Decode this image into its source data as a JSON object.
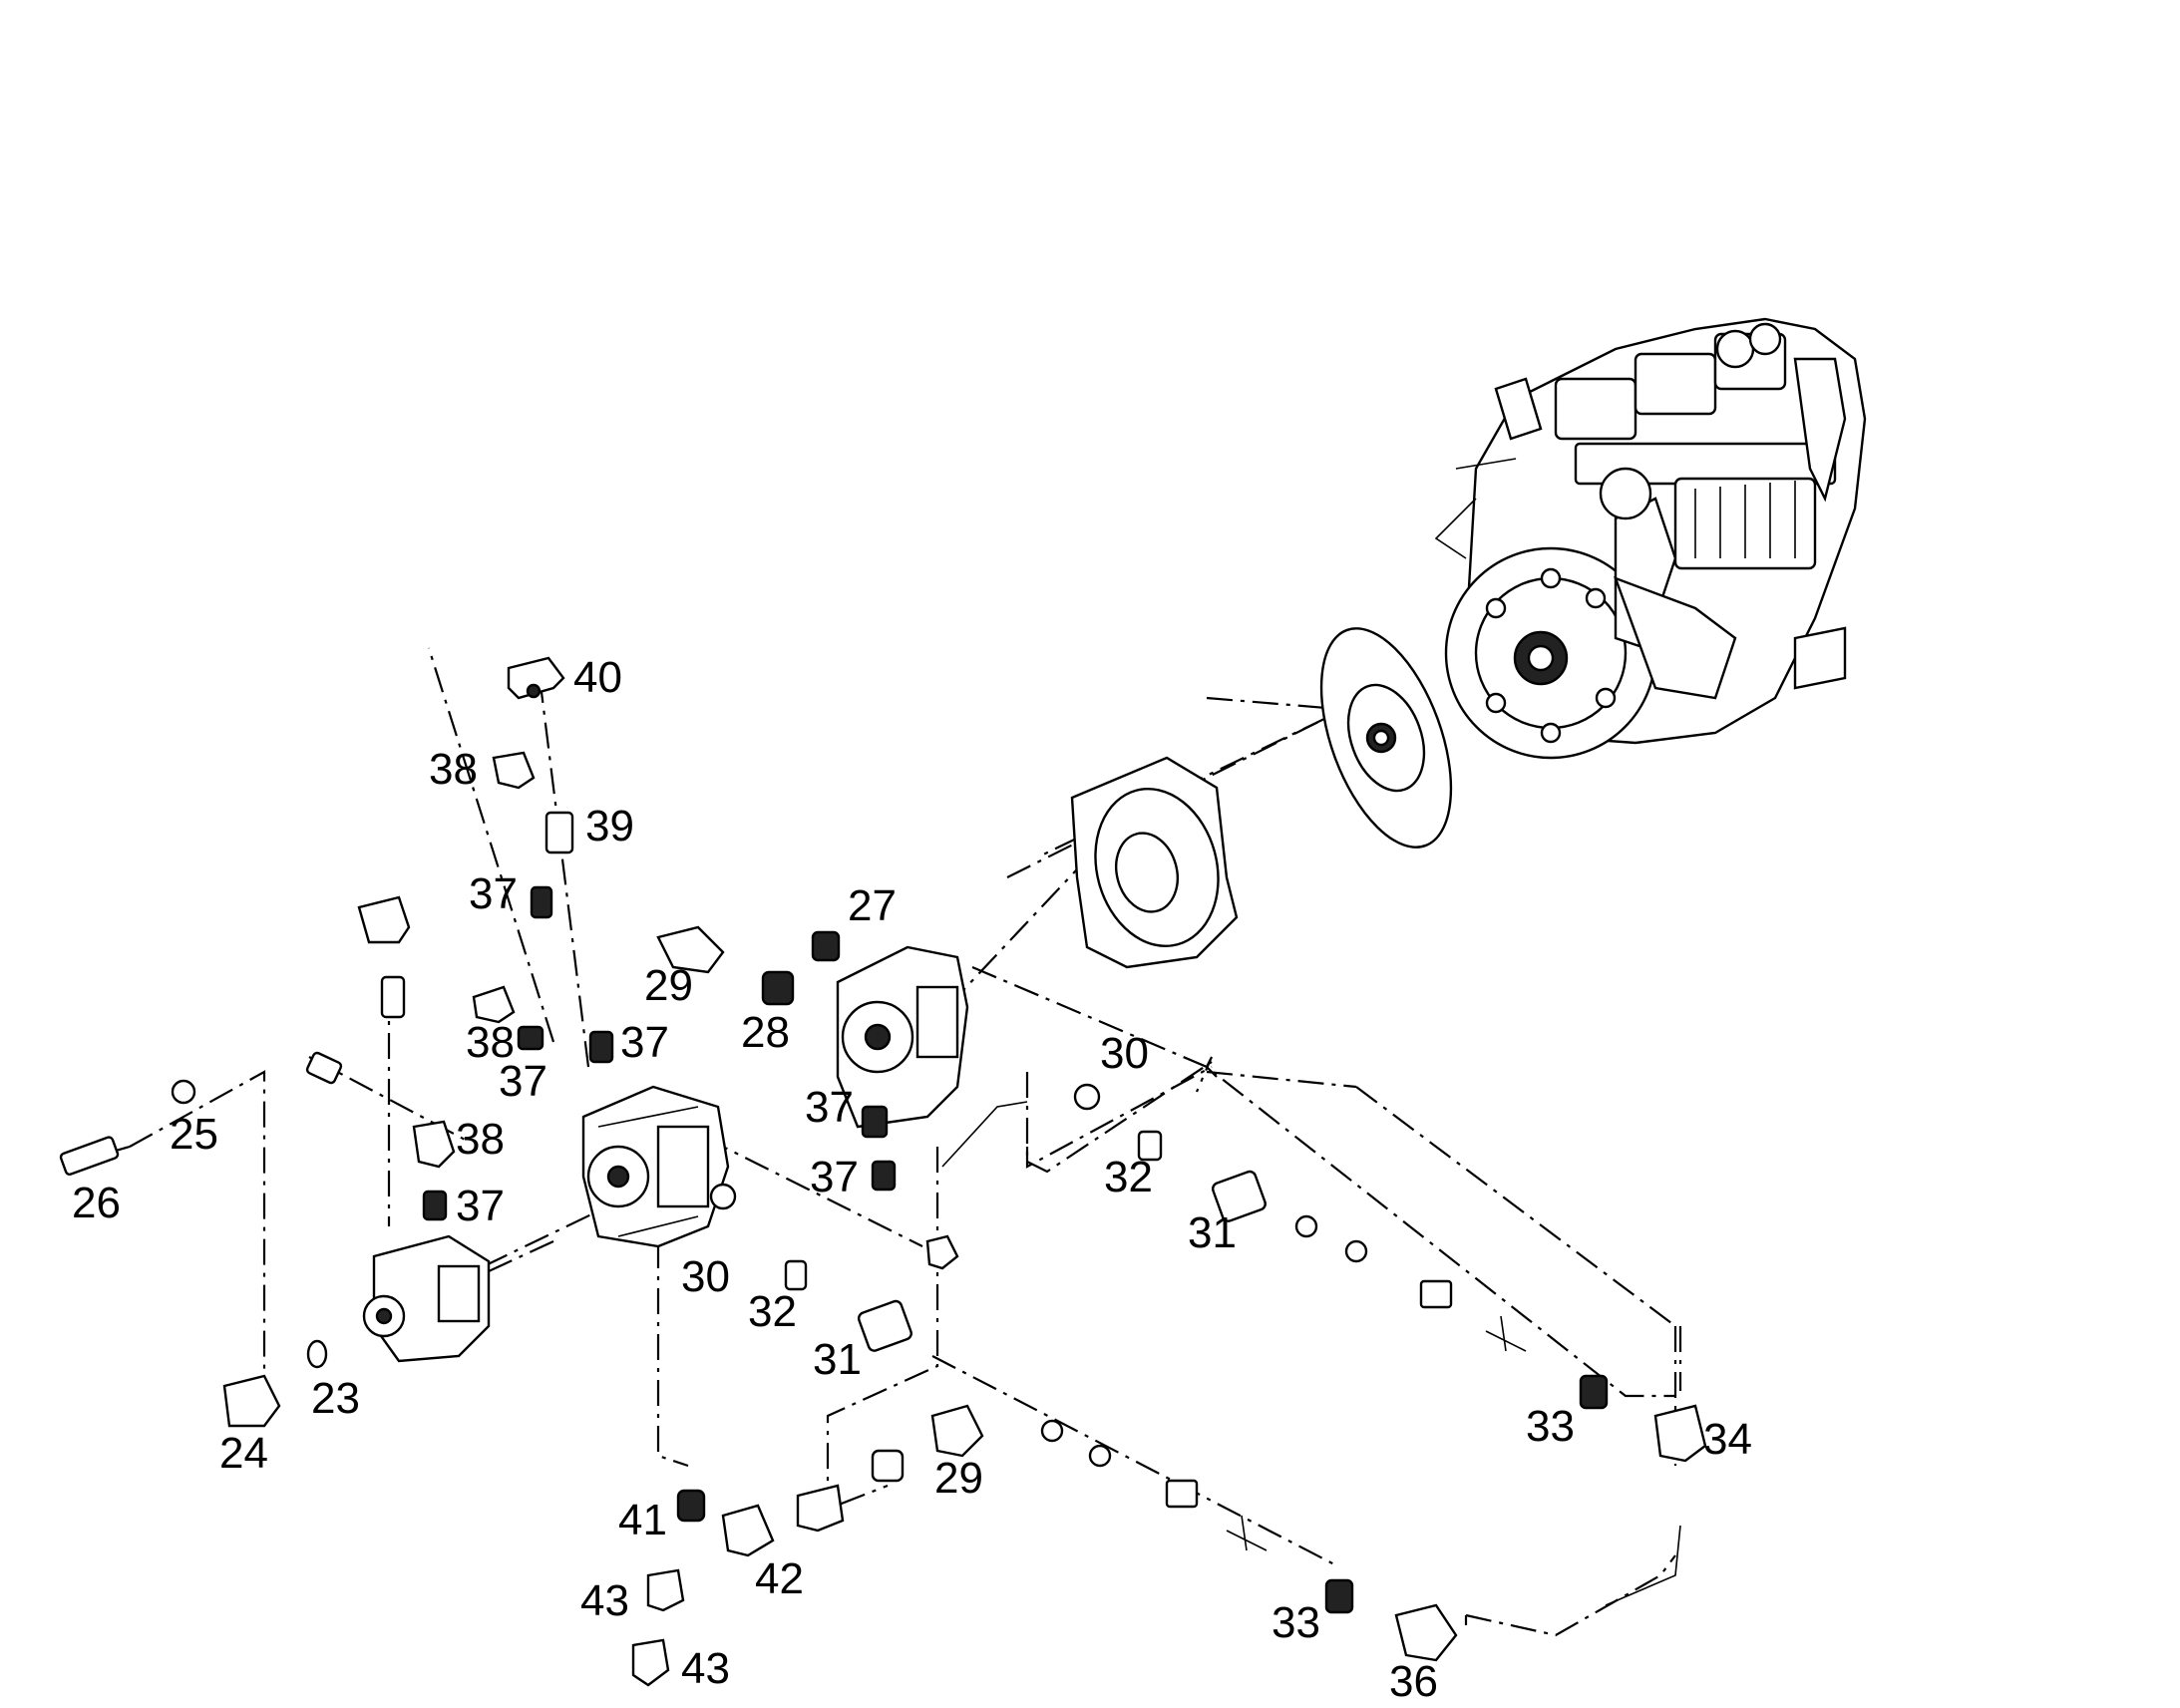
{
  "diagram": {
    "labels": {
      "l23": "23",
      "l24": "24",
      "l25": "25",
      "l26": "26",
      "l27": "27",
      "l28": "28",
      "l29a": "29",
      "l29b": "29",
      "l30a": "30",
      "l30b": "30",
      "l31a": "31",
      "l31b": "31",
      "l32a": "32",
      "l32b": "32",
      "l33a": "33",
      "l33b": "33",
      "l34": "34",
      "l36": "36",
      "l37a": "37",
      "l37b": "37",
      "l37c": "37",
      "l37d": "37",
      "l37e": "37",
      "l37f": "37",
      "l38a": "38",
      "l38b": "38",
      "l38c": "38",
      "l39": "39",
      "l40": "40",
      "l41": "41",
      "l42": "42",
      "l43a": "43",
      "l43b": "43"
    }
  }
}
